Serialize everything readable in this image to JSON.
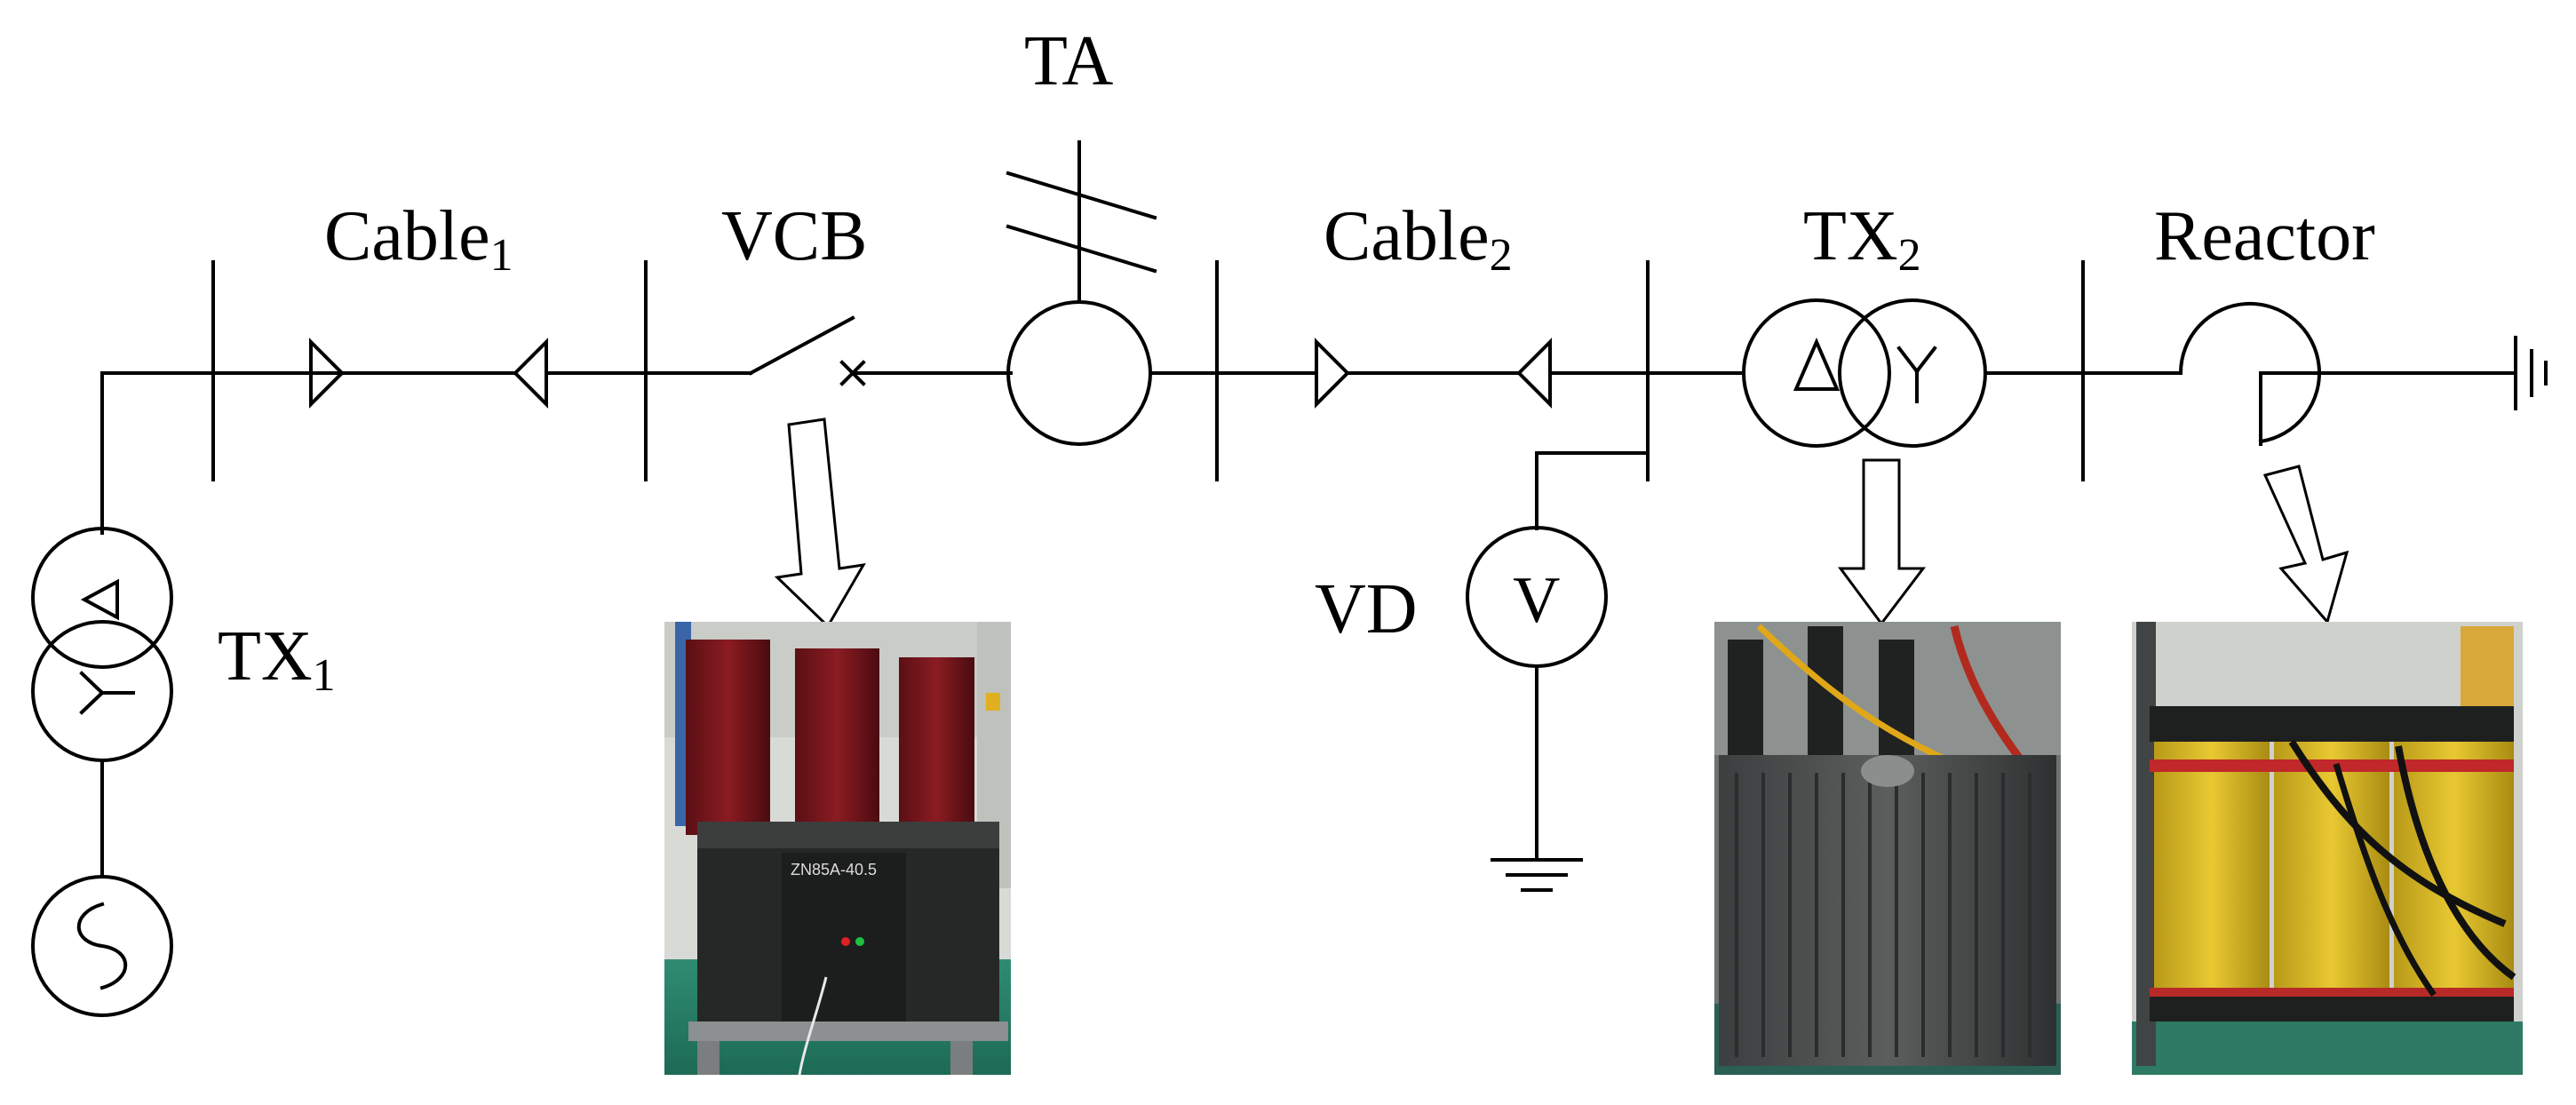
{
  "labels": {
    "ta": "TA",
    "cable1": "Cable",
    "cable1_sub": "1",
    "vcb": "VCB",
    "cable2": "Cable",
    "cable2_sub": "2",
    "tx2": "TX",
    "tx2_sub": "2",
    "reactor": "Reactor",
    "tx1": "TX",
    "tx1_sub": "1",
    "vd": "VD",
    "voltmeter": "V"
  },
  "photos": [
    {
      "id": "vcb-photo",
      "caption": "ZN85A-40.5"
    },
    {
      "id": "tx2-photo",
      "caption": ""
    },
    {
      "id": "reactor-photo",
      "caption": ""
    }
  ],
  "colors": {
    "line": "#000000",
    "background": "#ffffff"
  }
}
